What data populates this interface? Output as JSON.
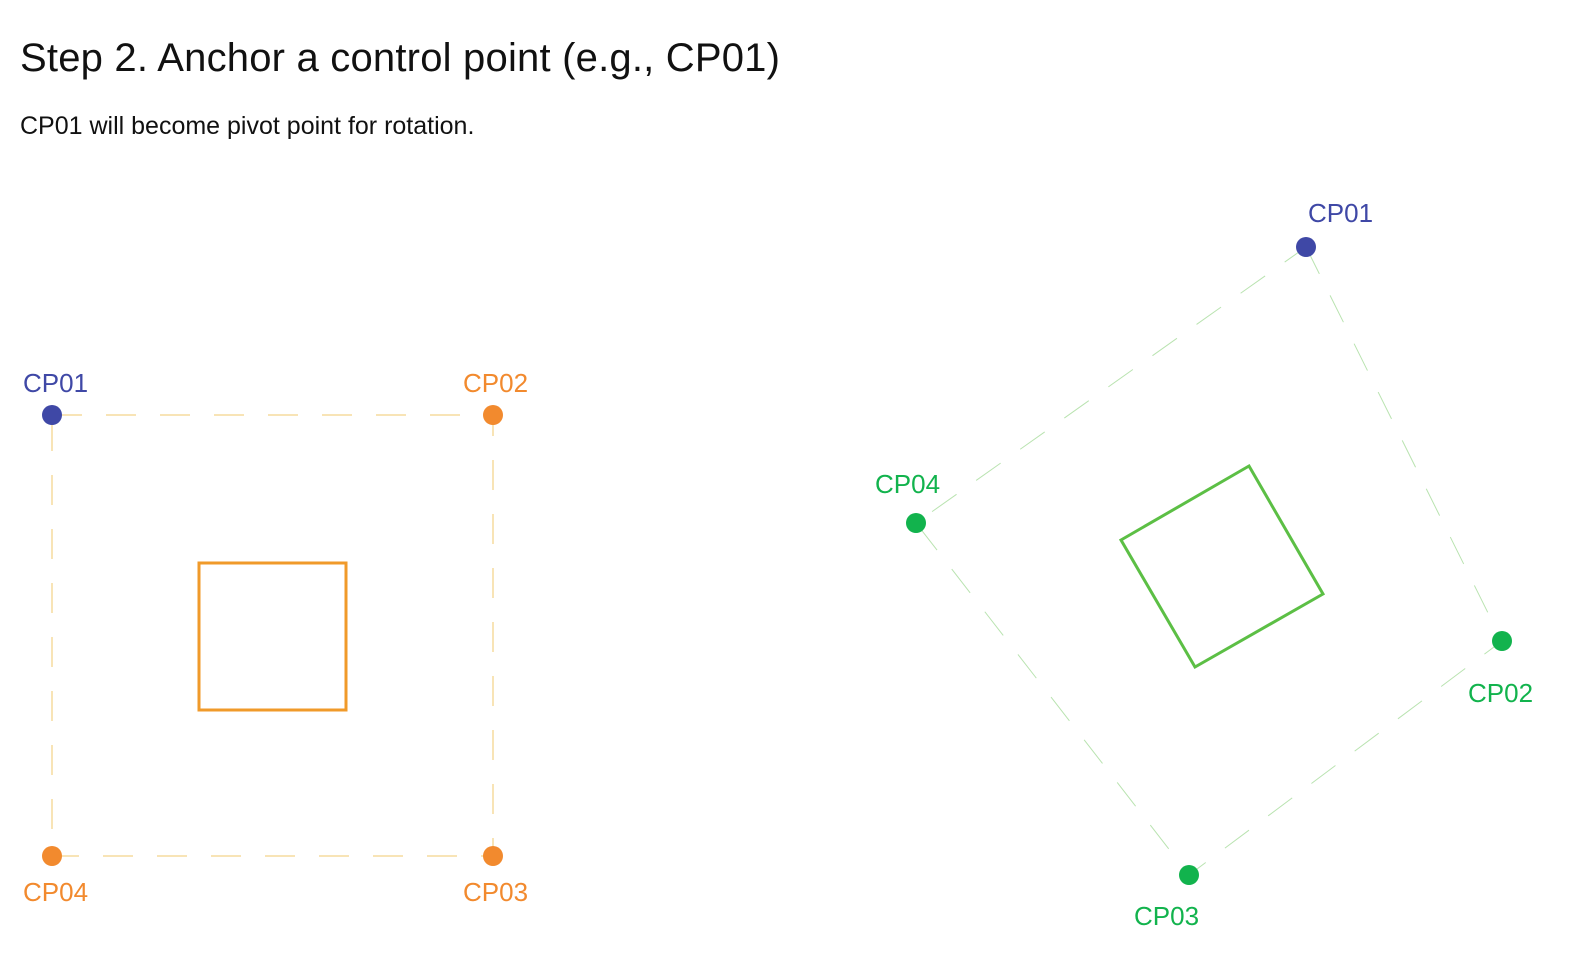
{
  "page": {
    "title": "Step 2. Anchor a control point (e.g., CP01)",
    "subtitle": "CP01 will become pivot point for rotation."
  },
  "colors": {
    "anchor": "#3f48a6",
    "original": "#f28a2e",
    "original_outline": "#f09a2a",
    "original_dash": "#f6dc9e",
    "rotated": "#12b34d",
    "rotated_outline": "#5cbf45",
    "rotated_dash": "#b9e3b0"
  },
  "left_diagram": {
    "points": [
      {
        "label": "CP01",
        "role": "anchor"
      },
      {
        "label": "CP02",
        "role": "original"
      },
      {
        "label": "CP03",
        "role": "original"
      },
      {
        "label": "CP04",
        "role": "original"
      }
    ]
  },
  "right_diagram": {
    "points": [
      {
        "label": "CP01",
        "role": "anchor"
      },
      {
        "label": "CP02",
        "role": "rotated"
      },
      {
        "label": "CP03",
        "role": "rotated"
      },
      {
        "label": "CP04",
        "role": "rotated"
      }
    ]
  }
}
